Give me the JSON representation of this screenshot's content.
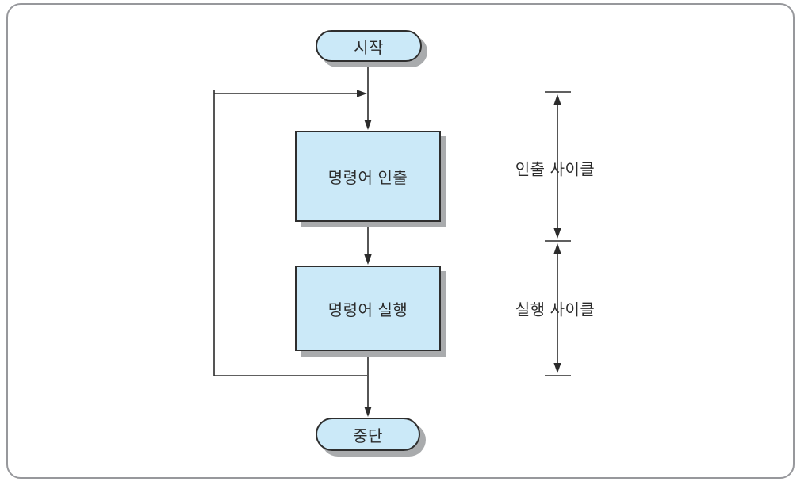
{
  "flowchart": {
    "title_hint": "instruction-cycle-flowchart",
    "nodes": [
      {
        "id": "start",
        "type": "terminal",
        "label": "시작"
      },
      {
        "id": "fetch",
        "type": "process",
        "label": "명령어 인출"
      },
      {
        "id": "execute",
        "type": "process",
        "label": "명령어 실행"
      },
      {
        "id": "halt",
        "type": "terminal",
        "label": "중단"
      }
    ],
    "edges": [
      {
        "from": "start",
        "to": "fetch",
        "style": "arrow-down"
      },
      {
        "from": "fetch",
        "to": "execute",
        "style": "arrow-down"
      },
      {
        "from": "execute",
        "to": "halt",
        "style": "arrow-down"
      },
      {
        "from": "execute",
        "to": "fetch",
        "style": "loop-back-left"
      }
    ],
    "annotations": [
      {
        "id": "fetch-cycle",
        "label": "인출 사이클",
        "spans": "start-junction to between-boxes"
      },
      {
        "id": "execute-cycle",
        "label": "실행 사이클",
        "spans": "between-boxes to loop-bottom"
      }
    ],
    "colors": {
      "node_fill": "#cbe9f8",
      "node_border": "#2e2e2e",
      "shadow": "#a9abad",
      "frame_border": "#97989c",
      "line": "#2b2b2b",
      "text": "#2b2b2b",
      "background": "#ffffff"
    }
  }
}
